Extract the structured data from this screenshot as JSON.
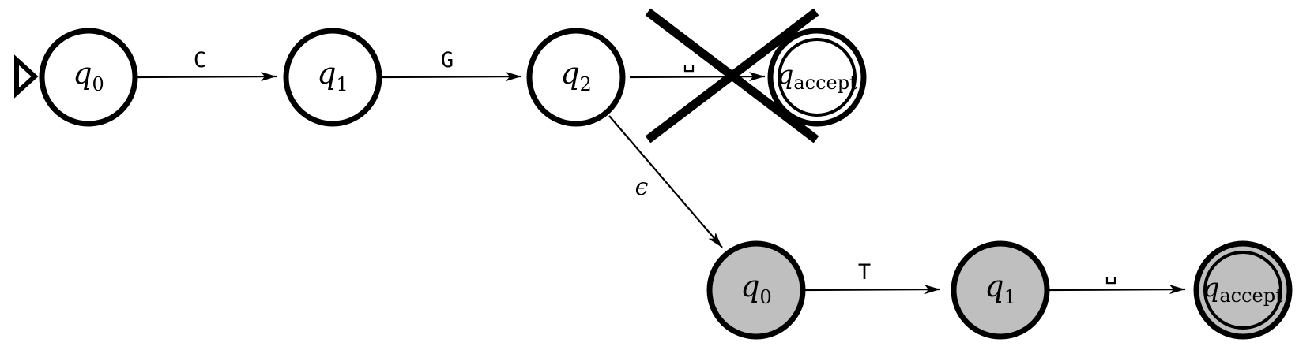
{
  "colors": {
    "stroke": "#000000",
    "plain_fill": "#ffffff",
    "highlight_fill": "#bfbfbf"
  },
  "states": {
    "top_q0": {
      "name": "q",
      "sub": "0",
      "kind": "start"
    },
    "top_q1": {
      "name": "q",
      "sub": "1",
      "kind": "normal"
    },
    "top_q2": {
      "name": "q",
      "sub": "2",
      "kind": "normal"
    },
    "top_accept": {
      "name": "q",
      "sub": "accept",
      "kind": "accept",
      "crossed_out": true
    },
    "bot_q0": {
      "name": "q",
      "sub": "0",
      "kind": "normal",
      "highlighted": true
    },
    "bot_q1": {
      "name": "q",
      "sub": "1",
      "kind": "normal",
      "highlighted": true
    },
    "bot_accept": {
      "name": "q",
      "sub": "accept",
      "kind": "accept",
      "highlighted": true
    }
  },
  "edges": {
    "e_top_q0_q1": {
      "from": "top_q0",
      "to": "top_q1",
      "label": "C"
    },
    "e_top_q1_q2": {
      "from": "top_q1",
      "to": "top_q2",
      "label": "G"
    },
    "e_top_q2_accept": {
      "from": "top_q2",
      "to": "top_accept",
      "label": "␣"
    },
    "e_epsilon": {
      "from": "top_q2",
      "to": "bot_q0",
      "label": "ϵ"
    },
    "e_bot_q0_q1": {
      "from": "bot_q0",
      "to": "bot_q1",
      "label": "T"
    },
    "e_bot_q1_accept": {
      "from": "bot_q1",
      "to": "bot_accept",
      "label": "␣"
    }
  }
}
